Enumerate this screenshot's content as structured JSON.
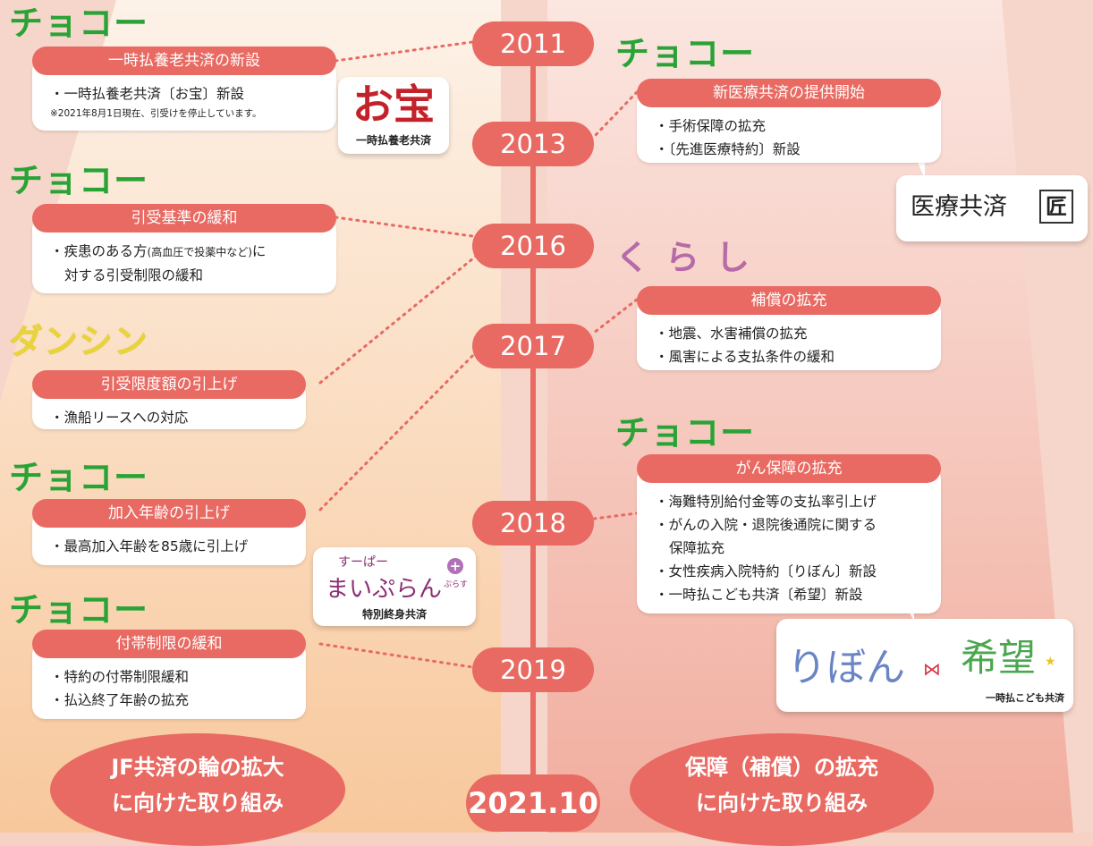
{
  "brands": {
    "chokoo": "チョコー",
    "kurashi": "くらし",
    "danshin": "ダンシン"
  },
  "left_items": [
    {
      "title": "一時払養老共済の新設",
      "lines": [
        "・一時払養老共済〔お宝〕新設"
      ],
      "note": "※2021年8月1日現在、引受けを停止しています。"
    },
    {
      "title": "引受基準の緩和",
      "lines": [
        "・疾患のある方",
        "に",
        "対する引受制限の緩和"
      ],
      "note_inline": "(高血圧で投薬中など)"
    },
    {
      "title": "引受限度額の引上げ",
      "lines": [
        "・漁船リースへの対応"
      ]
    },
    {
      "title": "加入年齢の引上げ",
      "lines": [
        "・最高加入年齢を85歳に引上げ"
      ]
    },
    {
      "title": "付帯制限の緩和",
      "lines": [
        "・特約の付帯制限緩和",
        "・払込終了年齢の拡充"
      ]
    }
  ],
  "right_items": [
    {
      "title": "新医療共済の提供開始",
      "lines": [
        "・手術保障の拡充",
        "・〔先進医療特約〕新設"
      ]
    },
    {
      "title": "補償の拡充",
      "lines": [
        "・地震、水害補償の拡充",
        "・風害による支払条件の緩和"
      ]
    },
    {
      "title": "がん保障の拡充",
      "lines": [
        "・海難特別給付金等の支払率引上げ",
        "・がんの入院・退院後通院に関する",
        "保障拡充",
        "・女性疾病入院特約〔りぼん〕新設",
        "・一時払こども共済〔希望〕新設"
      ]
    }
  ],
  "years": [
    "2011",
    "2013",
    "2016",
    "2017",
    "2018",
    "2019",
    "2021.10"
  ],
  "badges": {
    "otakara_logo": "お宝",
    "otakara_caption": "一時払養老共済",
    "iryo_text": "医療共済",
    "iryo_mark": "匠",
    "super_top": "すーぱー",
    "super_main": "まいぷらん",
    "super_plus": "ぷらす",
    "super_caption": "特別終身共済",
    "ribbon": "りぼん",
    "kibou": "希望",
    "kibou_caption": "一時払こども共済"
  },
  "bottom": {
    "left": [
      "JF共済の輪の拡大",
      "に向けた取り組み"
    ],
    "right": [
      "保障（補償）の拡充",
      "に向けた取り組み"
    ]
  },
  "colors": {
    "accent": "#e86a62",
    "chokoo": "#2aa336",
    "danshin": "#e8d43a",
    "kurashi": "#b66aa8"
  }
}
